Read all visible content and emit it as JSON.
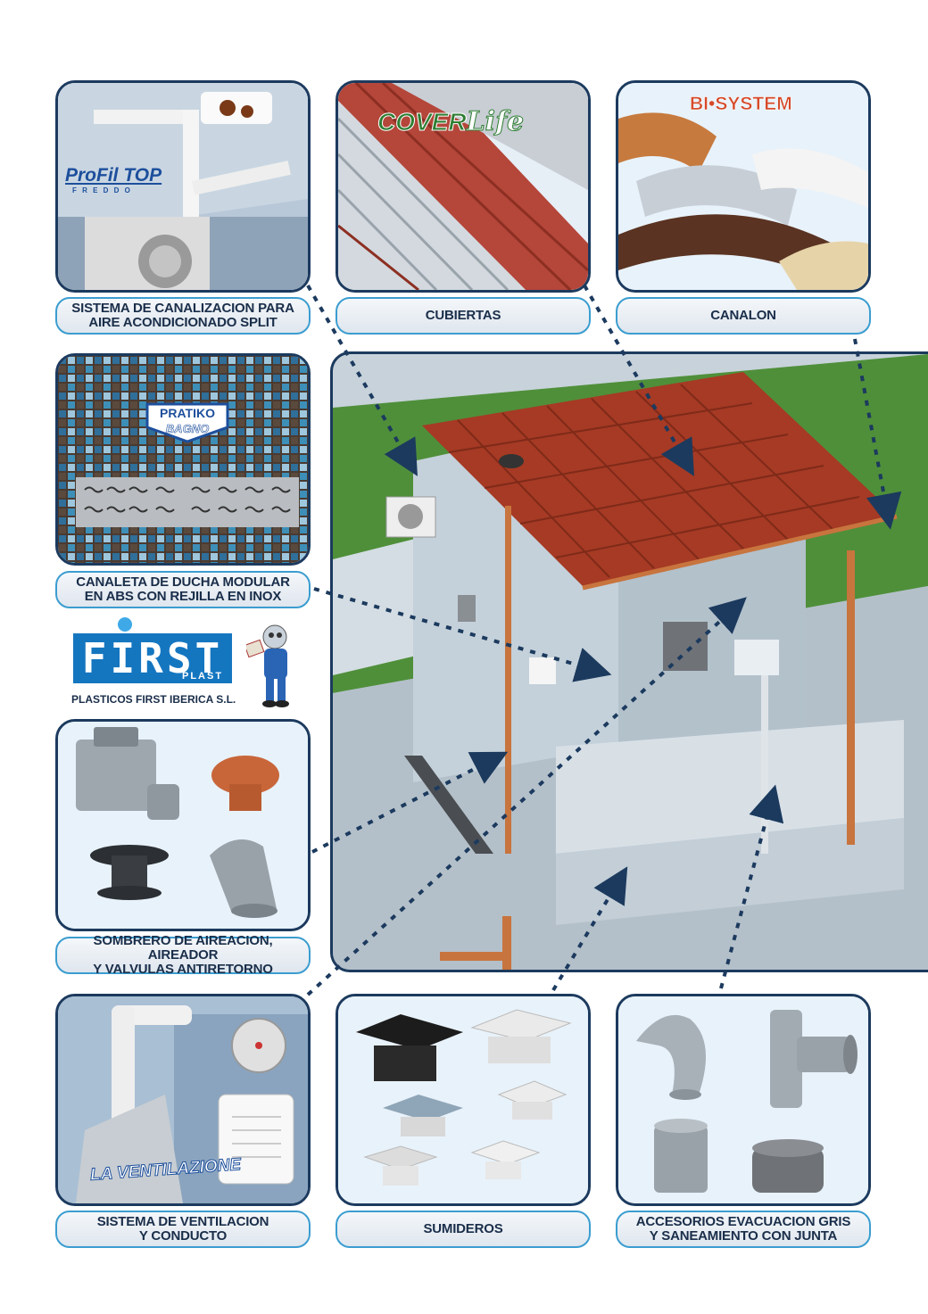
{
  "captions": {
    "split_ac": "SISTEMA DE CANALIZACION PARA\nAIRE ACONDICIONADO SPLIT",
    "cubiertas": "CUBIERTAS",
    "canalon": "CANALON",
    "canaleta": "CANALETA DE DUCHA MODULAR\nEN ABS CON REJILLA EN INOX",
    "sombrero": "SOMBRERO DE AIREACION, AIREADOR\nY VALVULAS ANTIRETORNO",
    "ventilacion": "SISTEMA DE VENTILACION\nY CONDUCTO",
    "sumideros": "SUMIDEROS",
    "accesorios": "ACCESORIOS EVACUACION GRIS\nY SANEAMIENTO CON JUNTA"
  },
  "brands": {
    "profil_top": "ProFil TOP",
    "profil_sub": "F R E D D O",
    "cover": "COVER",
    "life": "Life",
    "bi_system": "BI•SYSTEM",
    "pratiko": "PRATIKO",
    "bagno": "BAGNO",
    "la_ventilazione": "LA VENTILAZIONE",
    "first": "FIRST",
    "plast": "PLAST",
    "company": "PLASTICOS FIRST IBERICA S.L."
  },
  "colors": {
    "panel_border": "#1c3a5e",
    "caption_border": "#3b9dd0",
    "roof_tile": "#a63a24",
    "pipe_orange": "#c8743e",
    "grass": "#4f8f3a",
    "first_blue": "#1576c0"
  }
}
